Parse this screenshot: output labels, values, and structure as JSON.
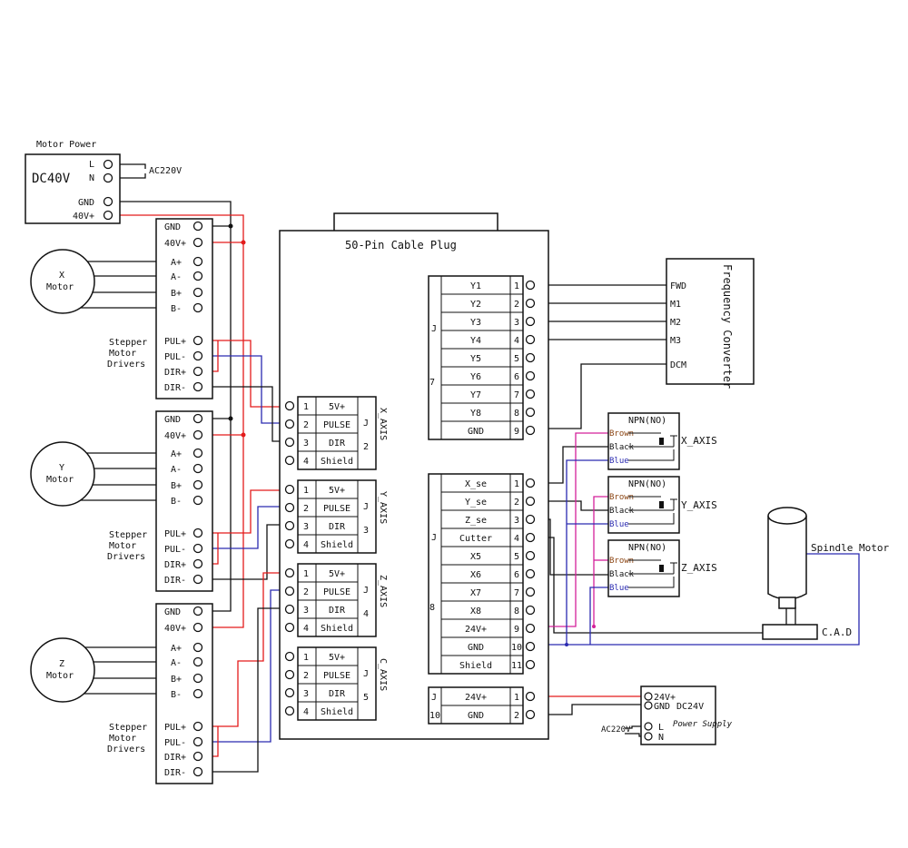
{
  "motor_power": {
    "title": "Motor Power",
    "voltage": "DC40V",
    "pins": [
      "L",
      "N",
      "GND",
      "40V+"
    ],
    "ac_label": "AC220V"
  },
  "drivers": [
    {
      "motor": "X",
      "motor_word": "Motor",
      "power_pins": [
        "GND",
        "40V+"
      ],
      "motor_pins": [
        "A+",
        "A-",
        "B+",
        "B-"
      ],
      "label_lines": [
        "Stepper",
        "Motor",
        "Drivers"
      ],
      "signal_pins": [
        "PUL+",
        "PUL-",
        "DIR+",
        "DIR-"
      ]
    },
    {
      "motor": "Y",
      "motor_word": "Motor",
      "power_pins": [
        "GND",
        "40V+"
      ],
      "motor_pins": [
        "A+",
        "A-",
        "B+",
        "B-"
      ],
      "label_lines": [
        "Stepper",
        "Motor",
        "Drivers"
      ],
      "signal_pins": [
        "PUL+",
        "PUL-",
        "DIR+",
        "DIR-"
      ]
    },
    {
      "motor": "Z",
      "motor_word": "Motor",
      "power_pins": [
        "GND",
        "40V+"
      ],
      "motor_pins": [
        "A+",
        "A-",
        "B+",
        "B-"
      ],
      "label_lines": [
        "Stepper",
        "Motor",
        "Drivers"
      ],
      "signal_pins": [
        "PUL+",
        "PUL-",
        "DIR+",
        "DIR-"
      ]
    }
  ],
  "plug": {
    "title": "50-Pin Cable Plug"
  },
  "axis_connectors": [
    {
      "axis": "X_AXIS",
      "j": "J",
      "num": "2",
      "pins": [
        "5V+",
        "PULSE",
        "DIR",
        "Shield"
      ],
      "pin_nums": [
        "1",
        "2",
        "3",
        "4"
      ]
    },
    {
      "axis": "Y_AXIS",
      "j": "J",
      "num": "3",
      "pins": [
        "5V+",
        "PULSE",
        "DIR",
        "Shield"
      ],
      "pin_nums": [
        "1",
        "2",
        "3",
        "4"
      ]
    },
    {
      "axis": "Z_AXIS",
      "j": "J",
      "num": "4",
      "pins": [
        "5V+",
        "PULSE",
        "DIR",
        "Shield"
      ],
      "pin_nums": [
        "1",
        "2",
        "3",
        "4"
      ]
    },
    {
      "axis": "C_AXIS",
      "j": "J",
      "num": "5",
      "pins": [
        "5V+",
        "PULSE",
        "DIR",
        "Shield"
      ],
      "pin_nums": [
        "1",
        "2",
        "3",
        "4"
      ]
    }
  ],
  "j7": {
    "j": "J",
    "num": "7",
    "rows": [
      "Y1",
      "Y2",
      "Y3",
      "Y4",
      "Y5",
      "Y6",
      "Y7",
      "Y8",
      "GND"
    ],
    "pin_nums": [
      "1",
      "2",
      "3",
      "4",
      "5",
      "6",
      "7",
      "8",
      "9"
    ]
  },
  "j8": {
    "j": "J",
    "num": "8",
    "rows": [
      "X_se",
      "Y_se",
      "Z_se",
      "Cutter",
      "X5",
      "X6",
      "X7",
      "X8",
      "24V+",
      "GND",
      "Shield"
    ],
    "pin_nums": [
      "1",
      "2",
      "3",
      "4",
      "5",
      "6",
      "7",
      "8",
      "9",
      "10",
      "11"
    ]
  },
  "j10": {
    "j": "J",
    "num": "10",
    "rows": [
      "24V+",
      "GND"
    ],
    "pin_nums": [
      "1",
      "2"
    ]
  },
  "freq_converter": {
    "title": "Frequency Converter",
    "pins": [
      "FWD",
      "M1",
      "M2",
      "M3",
      "DCM"
    ]
  },
  "sensors": [
    {
      "title": "NPN(NO)",
      "wires": [
        "Brown",
        "Black",
        "Blue"
      ],
      "axis": "X_AXIS"
    },
    {
      "title": "NPN(NO)",
      "wires": [
        "Brown",
        "Black",
        "Blue"
      ],
      "axis": "Y_AXIS"
    },
    {
      "title": "NPN(NO)",
      "wires": [
        "Brown",
        "Black",
        "Blue"
      ],
      "axis": "Z_AXIS"
    }
  ],
  "spindle": {
    "title": "Spindle Motor",
    "cad": "C.A.D"
  },
  "psu24": {
    "pins": [
      "24V+",
      "GND",
      "L",
      "N"
    ],
    "title": "DC24V",
    "subtitle": "Power Supply",
    "ac_label": "AC220V"
  },
  "colors": {
    "red": "#e31b1b",
    "blue": "#2a2ab0",
    "magenta": "#d4209a",
    "black": "#111111"
  }
}
